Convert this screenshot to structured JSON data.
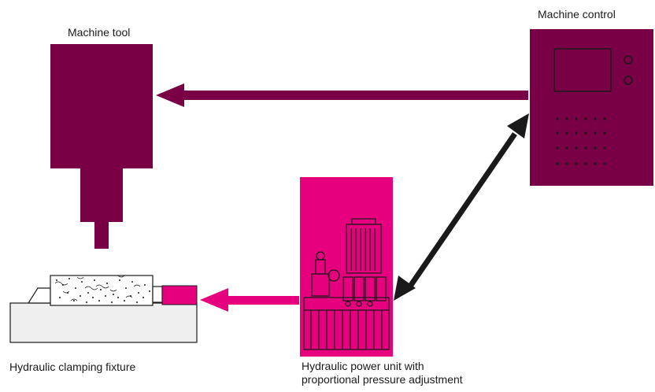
{
  "labels": {
    "machine_tool": "Machine tool",
    "machine_control": "Machine control",
    "clamping_fixture": "Hydraulic clamping fixture",
    "power_unit_line1": "Hydraulic power unit with",
    "power_unit_line2": "proportional pressure adjustment"
  },
  "colors": {
    "maroon": "#7a0045",
    "magenta": "#e6007e",
    "black": "#1a1a1a",
    "fixture_fill": "#efefef"
  },
  "icons": {
    "machine_tool": "machine-tool-icon",
    "machine_control": "control-cabinet-icon",
    "power_unit": "hydraulic-power-unit-icon",
    "fixture": "clamping-fixture-icon"
  }
}
